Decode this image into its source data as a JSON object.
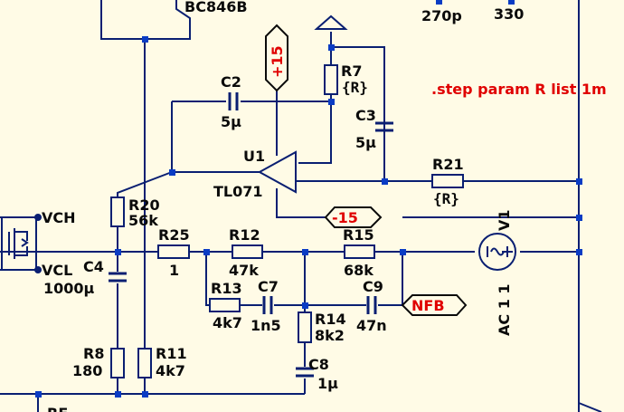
{
  "colors": {
    "background": "#fffbe6",
    "wire": "#0a1f72",
    "component_fill": "#fffbe6",
    "junction": "#0a3cc4",
    "net_label_text": "#e00000",
    "directive_text": "#e00000"
  },
  "top_partial": {
    "transistor": "BC846B",
    "left_value": "270p",
    "right_value": "330"
  },
  "components": {
    "u1": {
      "ref": "U1",
      "model": "TL071"
    },
    "c2": {
      "ref": "C2",
      "value": "5µ"
    },
    "c3": {
      "ref": "C3",
      "value": "5µ"
    },
    "c4": {
      "ref": "C4",
      "value": "1000µ"
    },
    "c7": {
      "ref": "C7",
      "value": "1n5"
    },
    "c8": {
      "ref": "C8",
      "value": "1µ"
    },
    "c9": {
      "ref": "C9",
      "value": "47n"
    },
    "r7": {
      "ref": "R7",
      "value": "{R}"
    },
    "r8": {
      "ref": "R8",
      "value": "180"
    },
    "r11": {
      "ref": "R11",
      "value": "4k7"
    },
    "r12": {
      "ref": "R12",
      "value": "47k"
    },
    "r13": {
      "ref": "R13",
      "value": "4k7"
    },
    "r14": {
      "ref": "R14",
      "value": "8k2"
    },
    "r15": {
      "ref": "R15",
      "value": "68k"
    },
    "r20": {
      "ref": "R20",
      "value": "56k"
    },
    "r21": {
      "ref": "R21",
      "value": "{R}"
    },
    "r25": {
      "ref": "R25",
      "value": "1"
    },
    "v1": {
      "ref": "V1",
      "value": "AC 1 1"
    }
  },
  "net_labels": {
    "plus15": "+15",
    "minus15": "-15",
    "nfb": "NFB",
    "vch": "VCH",
    "vcl": "VCL",
    "bottom_partial": "RF"
  },
  "directive": ".step param R list 1m"
}
